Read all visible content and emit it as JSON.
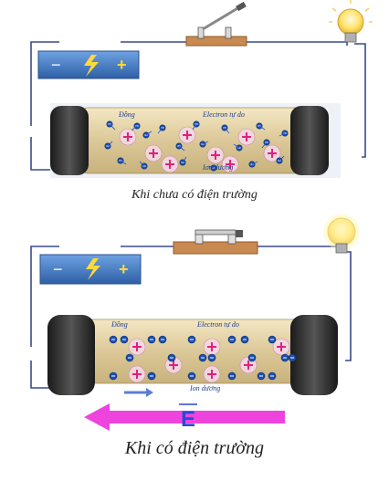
{
  "panels": [
    {
      "label_copper": "Đồng",
      "label_free_electron": "Electron tự do",
      "label_positive_ion": "Ion dương",
      "caption": "Khi chưa có điện trường"
    },
    {
      "label_copper": "Đồng",
      "label_free_electron": "Electron tự do",
      "label_positive_ion": "Ion dương",
      "field_label": "E",
      "caption": "Khi có điện trường"
    }
  ],
  "battery": {
    "negative": "−",
    "positive": "+"
  },
  "colors": {
    "wire": "#3a4a8a",
    "conductor": "#e2d3a8",
    "electron": "#1c4fb0",
    "ion": "#e0207a",
    "field_arrow": "#ee44dd",
    "field_label": "#2848d8",
    "battery": "#3f79c4",
    "bulb": "#ffe36a"
  },
  "icons": [
    "battery-icon",
    "switch-icon",
    "bulb-icon",
    "field-arrow-icon"
  ]
}
